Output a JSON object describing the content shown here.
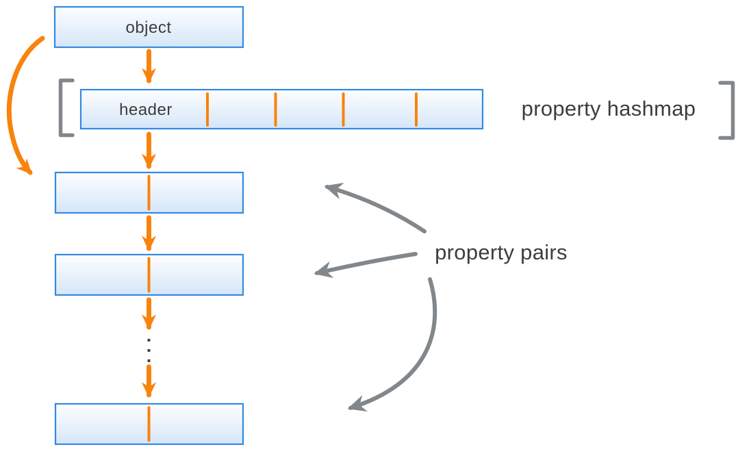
{
  "colors": {
    "box_border": "#3389E2",
    "box_fill_top": "#FDFEFF",
    "box_fill_bottom": "#D5E6F8",
    "accent_orange": "#F8830D",
    "neutral_gray": "#82878B",
    "ellipsis_dots": "#414042",
    "label_text": "#3D3D3D"
  },
  "nodes": {
    "object": {
      "label": "object"
    },
    "hashmap": {
      "header_label": "header",
      "caption": "property hashmap",
      "slot_divider_count": 4
    },
    "property_pairs": {
      "caption": "property pairs",
      "visible_box_count": 3,
      "continuation_dot_count": 3
    }
  }
}
